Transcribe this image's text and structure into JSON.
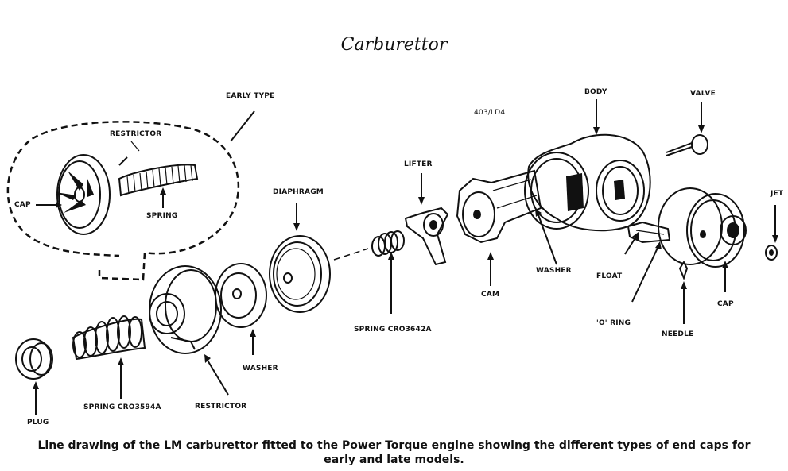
{
  "title": "Carburettor",
  "caption_line1": "Line drawing of the LM carburettor fitted to the Power Torque engine showing the different types of end caps for",
  "caption_line2": "early and late models.",
  "labels": {
    "early_type": "EARLY TYPE",
    "restrictor_early": "RESTRICTOR",
    "cap_early": "CAP",
    "spring_early": "SPRING",
    "diaphragm": "DIAPHRAGM",
    "lifter": "LIFTER",
    "code": "403/LD4",
    "body": "BODY",
    "valve": "VALVE",
    "jet": "JET",
    "washer_right": "WASHER",
    "float": "FLOAT",
    "cam": "CAM",
    "spring_cro3642a": "SPRING CRO3642A",
    "o_ring": "'O' RING",
    "cap_right": "CAP",
    "needle": "NEEDLE",
    "washer_mid": "WASHER",
    "plug": "PLUG",
    "spring_cro3594a": "SPRING CRO3594A",
    "restrictor_bottom": "RESTRICTOR"
  }
}
